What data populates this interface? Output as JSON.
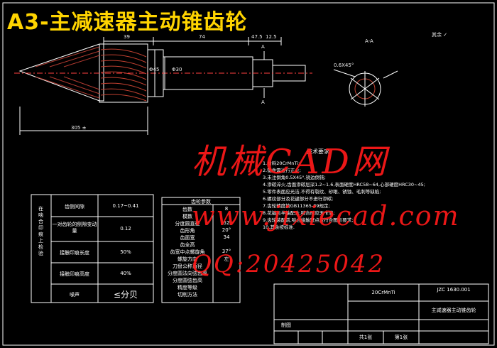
{
  "title": "A3-主减速器主动锥齿轮",
  "watermark": {
    "line1": "机械CAD网",
    "line2": "www.jixiecad.com",
    "line3": "QQ:20425042"
  },
  "dims": {
    "overall": "305 ±",
    "d_top1": "39",
    "d_top2": "74",
    "d_top3": "47.5",
    "d_top4": "12.5",
    "section": "A-A",
    "sec_a1": "A",
    "sec_a2": "A",
    "chamfer": "0.6X45°",
    "roughness": "其余",
    "phi1": "Φ30",
    "phi2": "Φ45"
  },
  "inspection_table": {
    "side_label": "在啮合印痕上检验",
    "rows": [
      {
        "name": "齿侧间隙",
        "value": "0.17~0.41"
      },
      {
        "name": "一对齿轮的侧隙变动量",
        "value": "0.12"
      },
      {
        "name": "接触印痕长度",
        "value": "50%"
      },
      {
        "name": "接触印痕高度",
        "value": "40%"
      },
      {
        "name": "噪声",
        "value": "≤分贝"
      }
    ]
  },
  "gear_table": {
    "header": "齿轮参数",
    "rows": [
      "齿数",
      "模数",
      "分度圆直径",
      "齿形角",
      "齿面宽",
      "齿全高",
      "齿宽中点螺旋角",
      "螺旋方向",
      "刀盘公称直径",
      "分度圆法向弦齿厚",
      "分度圆弦齿高",
      "精度等级",
      "切削方法"
    ],
    "values": [
      "8",
      "",
      "52",
      "20°",
      "34",
      "",
      "37°",
      "左",
      "",
      "",
      "",
      "",
      ""
    ]
  },
  "requirements": {
    "heading": "技术要求",
    "lines": [
      "1.材料20CrMnTi;",
      "2.锻件需进行正火;",
      "3.未注倒角0.5X45°,锐边倒钝;",
      "4.渗碳淬火,齿面渗碳层深1.2~1.6,表面硬度HRC58~64,心部硬度HRC30~45;",
      "5.零件表面应光洁,不得有裂纹、砂眼、锈蚀、毛刺等缺陷;",
      "6.螺纹部分及花键部分不进行渗碳;",
      "7.齿轮精度按GB11365-89规定;",
      "8.花键与半轴配合,啮合时应无卡滞;",
      "9.齿轮装配前,啮合接触斑点应符合图示要求;",
      "10.其余按标准."
    ]
  },
  "title_block": {
    "material": "20CrMnTi",
    "code": "JZC 1630.001",
    "part_name": "主减速器主动锥齿轮",
    "drawn": "制图",
    "sheets": "共1张",
    "sheet_no": "第1张"
  },
  "roughness_note": "其余 ✓"
}
